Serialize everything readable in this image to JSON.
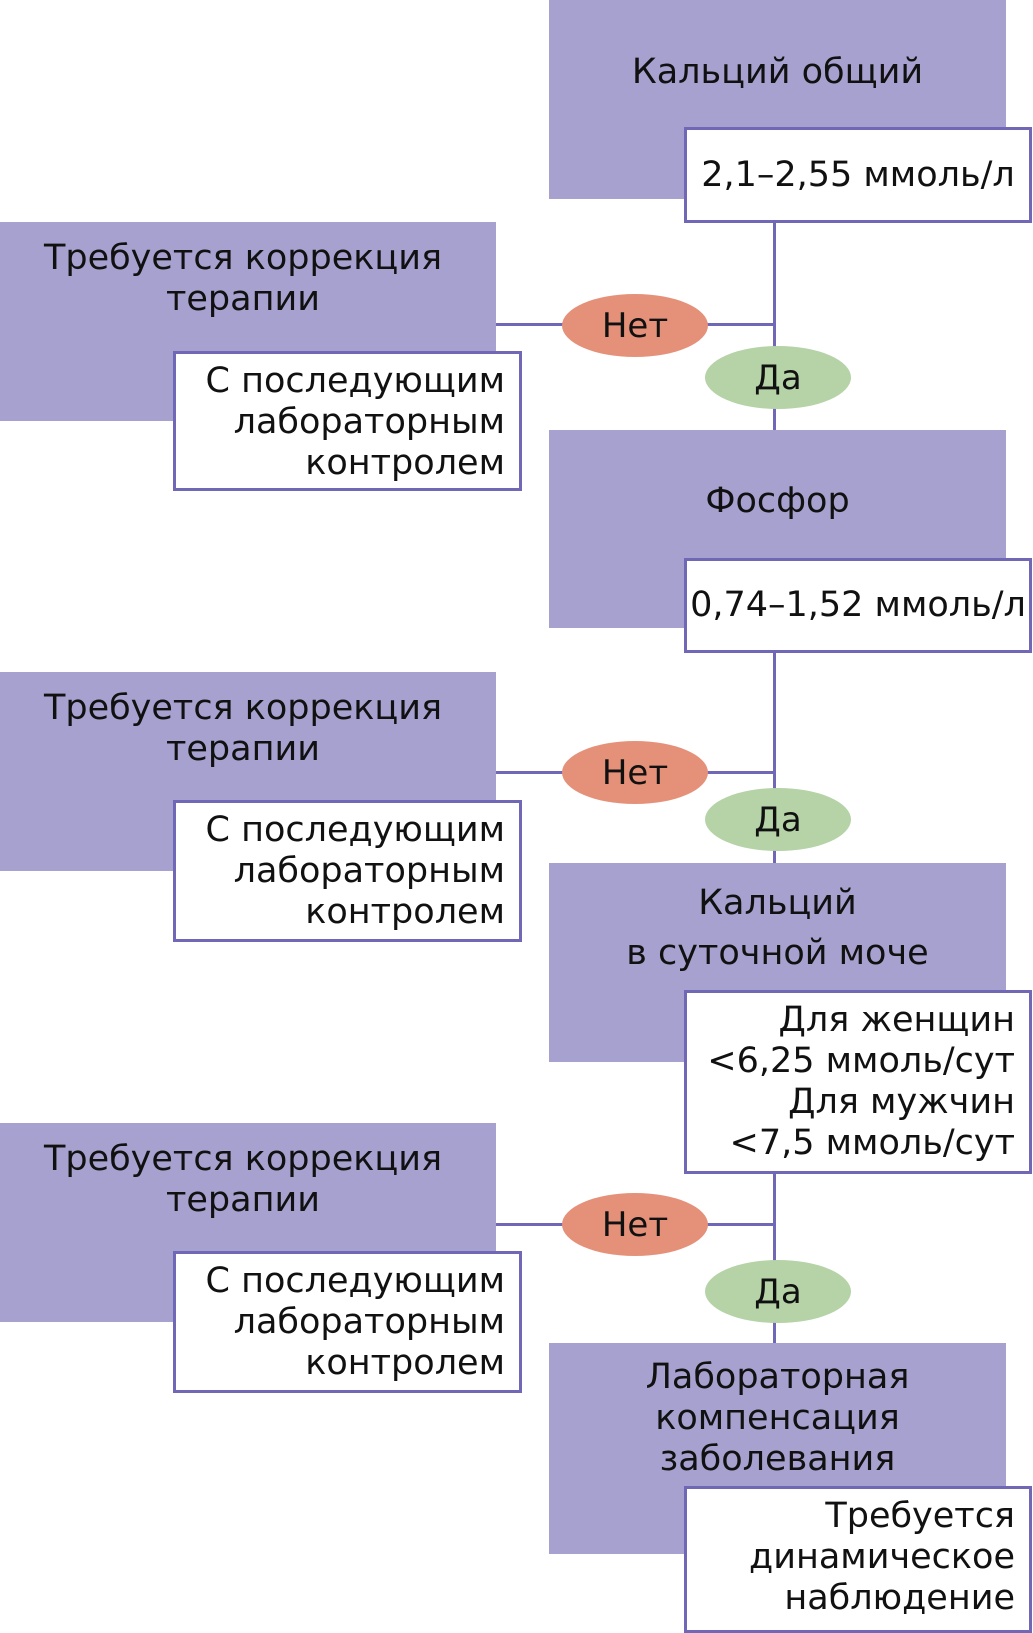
{
  "steps": [
    {
      "title": "Кальций общий",
      "norm": "2,1–2,55 ммоль/л"
    },
    {
      "title": "Фосфор",
      "norm": "0,74–1,52 ммоль/л"
    },
    {
      "title_lines": [
        "Кальций",
        "в суточной моче"
      ],
      "norm_lines": [
        "Для женщин",
        "<6,25 ммоль/сут",
        "Для мужчин",
        "<7,5 ммоль/сут"
      ]
    },
    {
      "title_lines": [
        "Лабораторная",
        "компенсация",
        "заболевания"
      ],
      "norm_lines": [
        "Требуется",
        "динамическое",
        "наблюдение"
      ]
    }
  ],
  "branch": {
    "title_lines": [
      "Требуется коррекция",
      "терапии"
    ],
    "note_lines": [
      "С последующим",
      "лабораторным",
      "контролем"
    ]
  },
  "labels": {
    "no": "Нет",
    "yes": "Да"
  },
  "colors": {
    "box": "#a6a1cf",
    "border": "#7068b6",
    "no": "#e5917a",
    "yes": "#b5d3a7"
  }
}
